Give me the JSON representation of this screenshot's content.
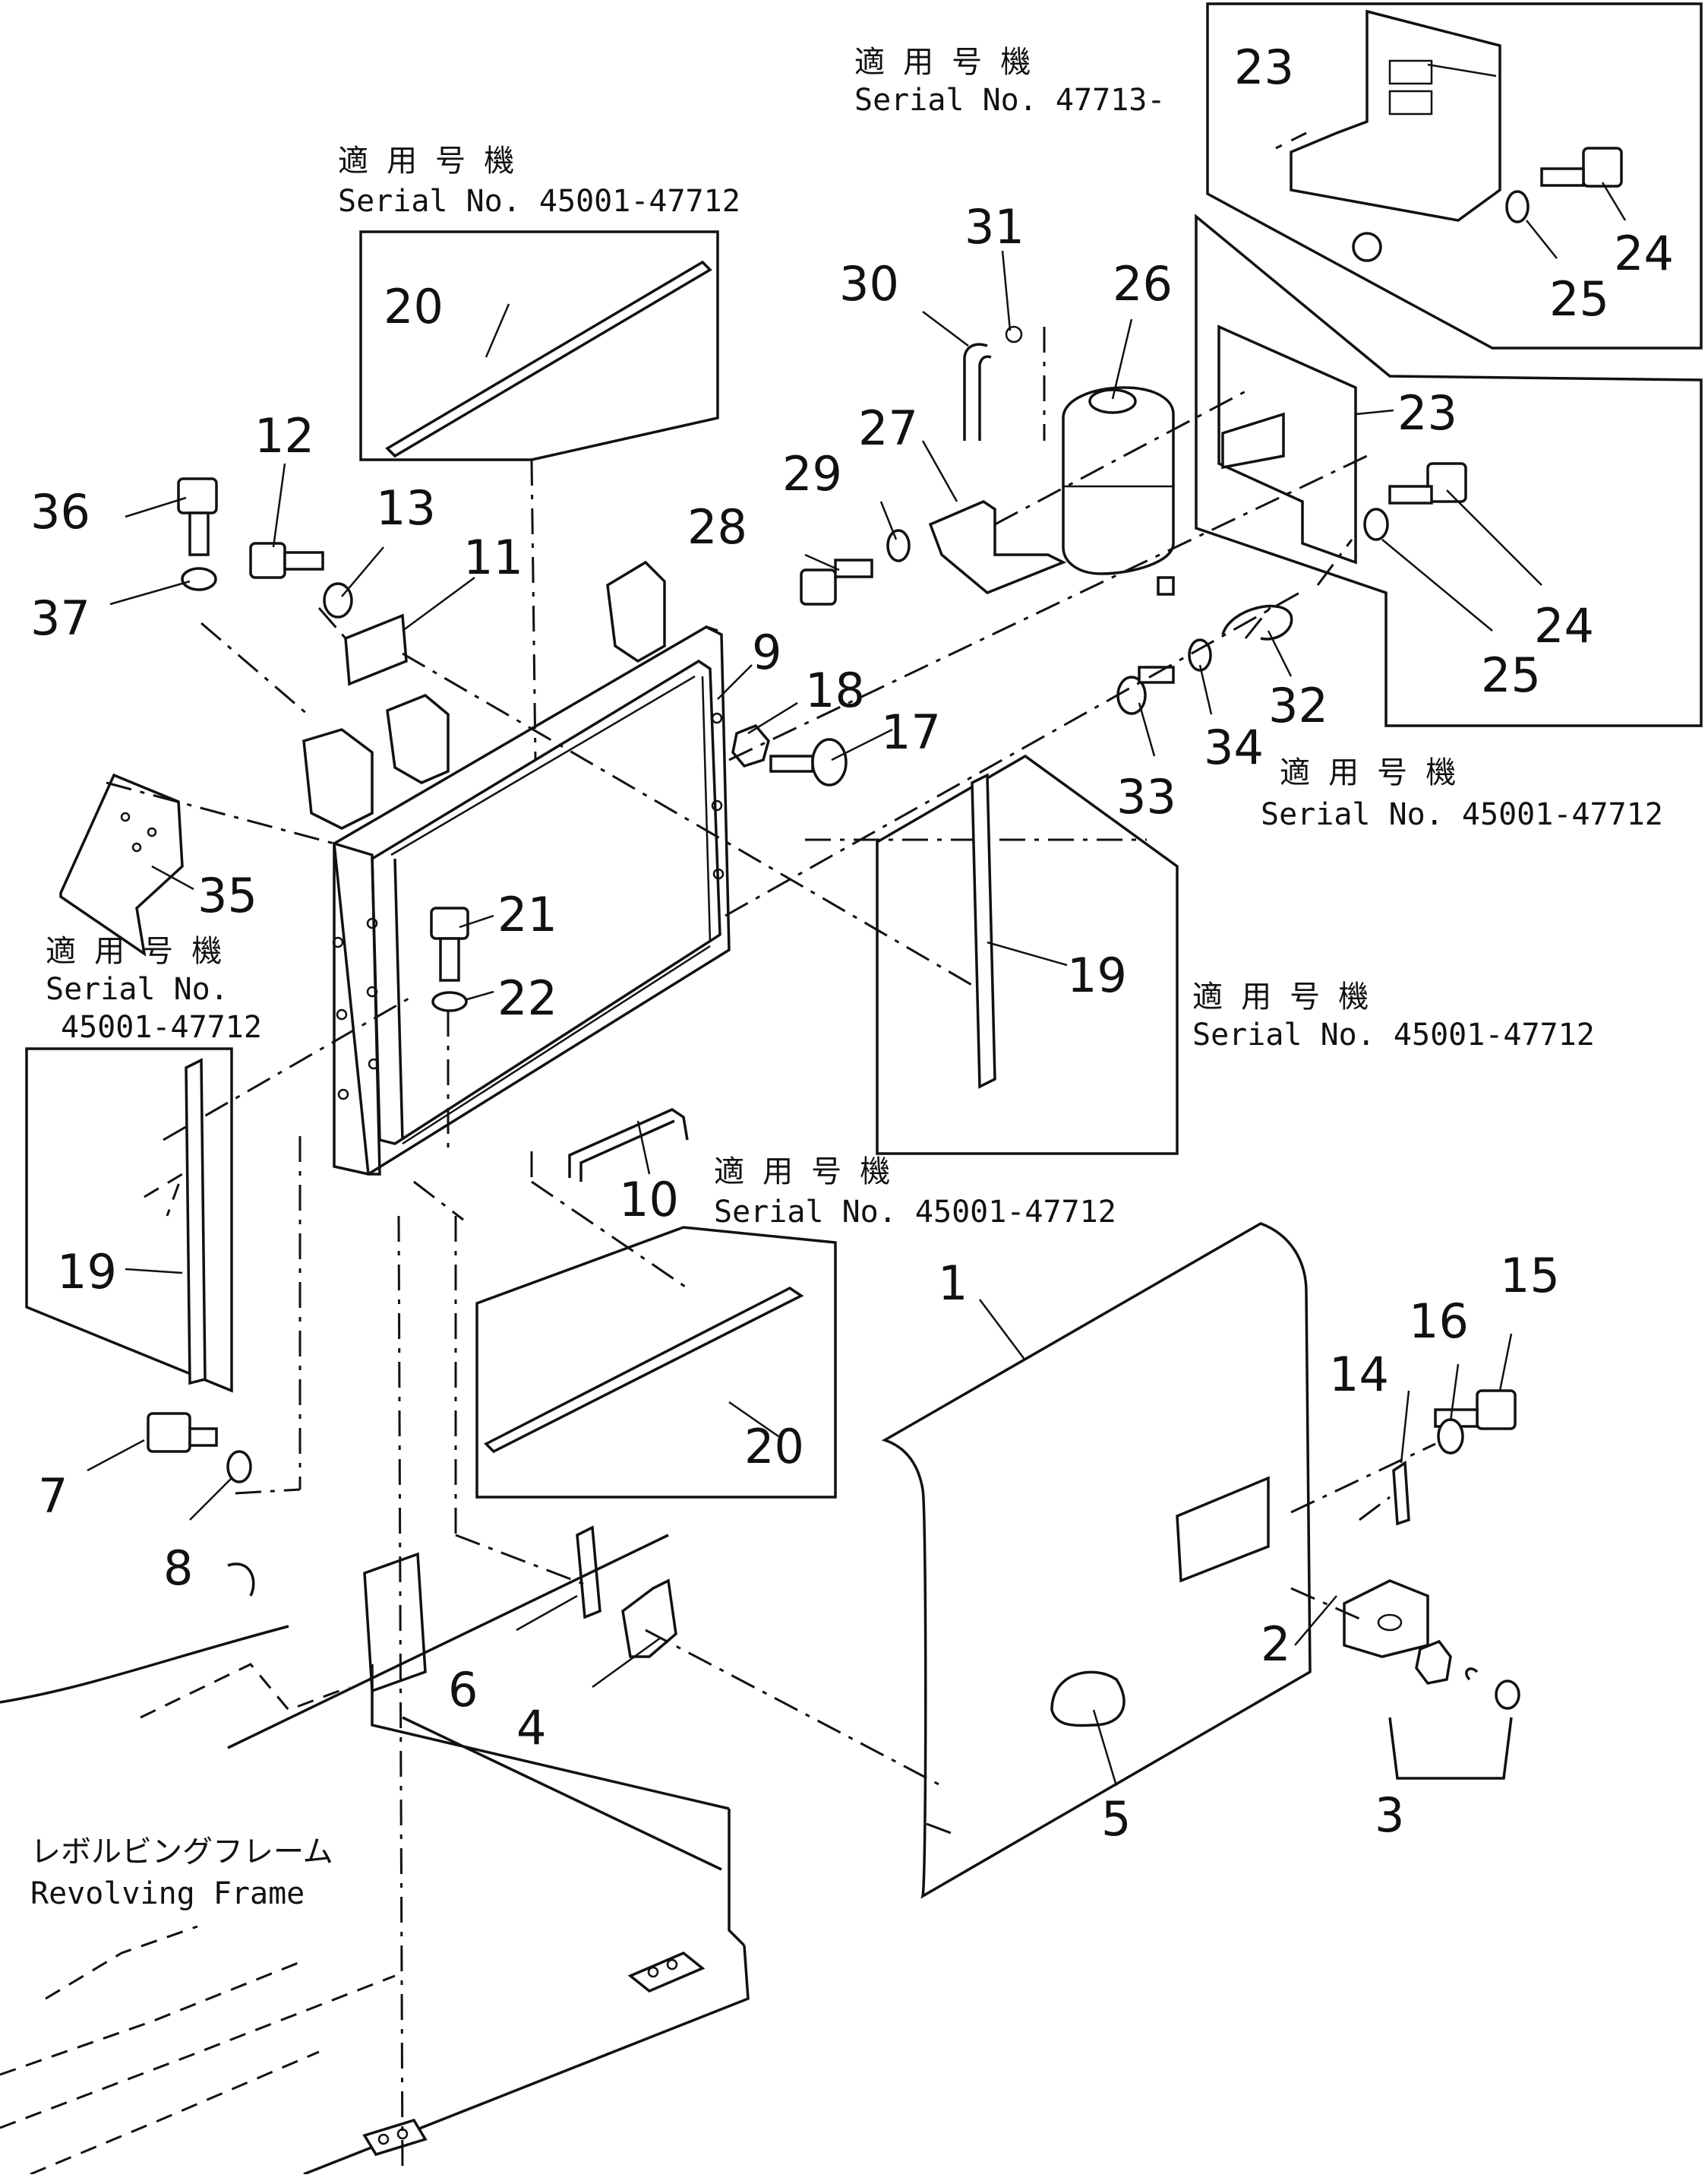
{
  "applicability_notes": {
    "label_jp": "適 用 号 機",
    "serial_late": "Serial No. 47713-",
    "serial_early": "Serial No. 45001-47712",
    "serial_split_line1": "Serial No.",
    "serial_split_line2": "45001-47712"
  },
  "revolving_frame": {
    "label_jp": "レボルビングフレーム",
    "label_en": "Revolving Frame"
  },
  "part_numbers": [
    "1",
    "2",
    "3",
    "4",
    "5",
    "6",
    "7",
    "8",
    "9",
    "10",
    "11",
    "12",
    "13",
    "14",
    "15",
    "16",
    "17",
    "18",
    "19",
    "20",
    "21",
    "22",
    "23",
    "24",
    "25",
    "26",
    "27",
    "28",
    "29",
    "30",
    "31",
    "32",
    "33",
    "34",
    "35",
    "36",
    "37"
  ],
  "callouts": {
    "p1": "1",
    "p2": "2",
    "p3": "3",
    "p4": "4",
    "p5": "5",
    "p6": "6",
    "p7": "7",
    "p8": "8",
    "p9": "9",
    "p10": "10",
    "p11": "11",
    "p12": "12",
    "p13": "13",
    "p14": "14",
    "p15": "15",
    "p16": "16",
    "p17": "17",
    "p18": "18",
    "p19a": "19",
    "p19b": "19",
    "p20a": "20",
    "p20b": "20",
    "p21": "21",
    "p22": "22",
    "p23a": "23",
    "p23b": "23",
    "p24a": "24",
    "p24b": "24",
    "p25a": "25",
    "p25b": "25",
    "p26": "26",
    "p27": "27",
    "p28": "28",
    "p29": "29",
    "p30": "30",
    "p31": "31",
    "p32": "32",
    "p33": "33",
    "p34": "34",
    "p35": "35",
    "p36": "36",
    "p37": "37"
  }
}
